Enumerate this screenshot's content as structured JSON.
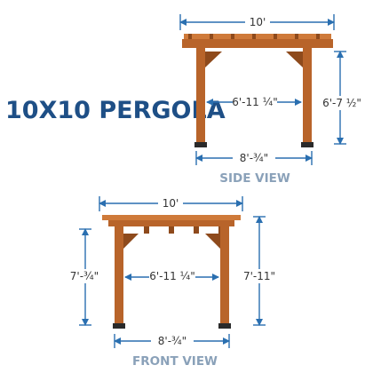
{
  "title": "10X10 PERGOLA",
  "side_view": {
    "label": "SIDE VIEW",
    "width": "10'",
    "inner_span": "6'-11 ¼\"",
    "height": "6'-7 ½\"",
    "base_width": "8'-¾\""
  },
  "front_view": {
    "label": "FRONT VIEW",
    "width": "10'",
    "inner_span": "6'-11 ¼\"",
    "height_left": "7'-¾\"",
    "height_right": "7'-11\"",
    "base_width": "8'-¾\""
  },
  "colors": {
    "title": "#1e4f86",
    "label": "#8aa1b9",
    "dimension": "#2a6fb0",
    "wood": "#b8642a"
  }
}
